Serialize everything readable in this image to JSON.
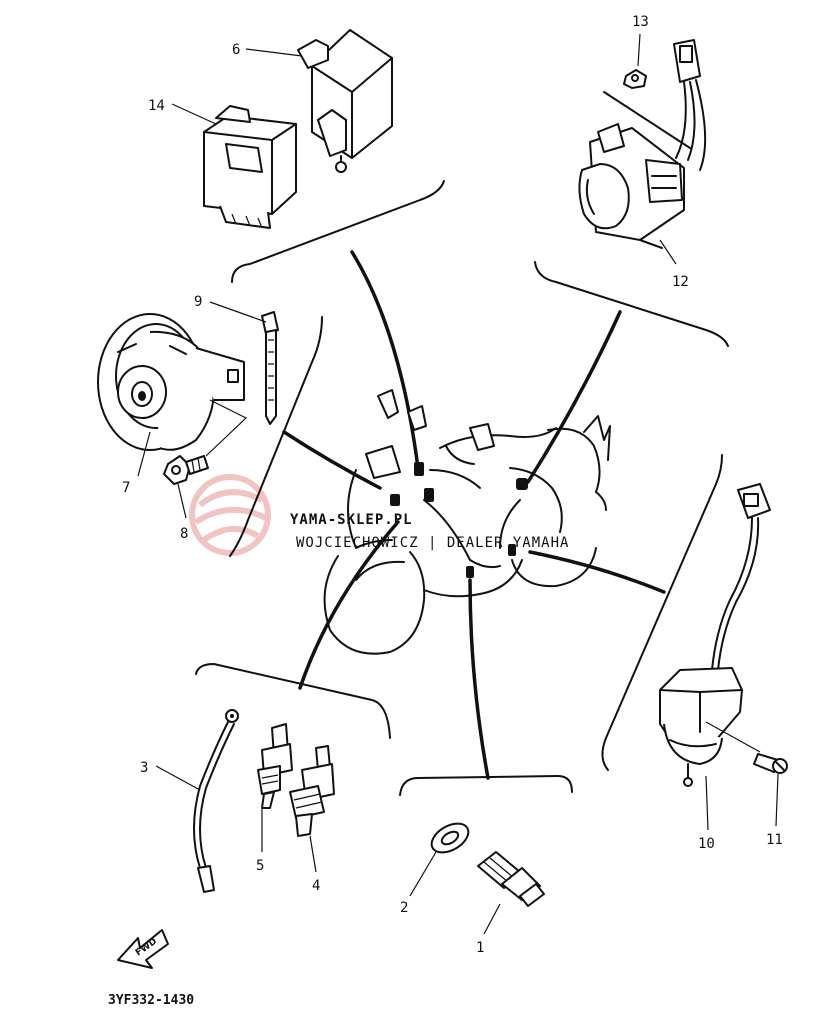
{
  "callouts": {
    "c1": "1",
    "c2": "2",
    "c3": "3",
    "c4": "4",
    "c5": "5",
    "c6": "6",
    "c7": "7",
    "c8": "8",
    "c9": "9",
    "c10": "10",
    "c11": "11",
    "c12": "12",
    "c13": "13",
    "c14": "14"
  },
  "fwd_arrow_label": "FWD",
  "diagram_code": "3YF332-1430",
  "watermark": {
    "brand": "YAMA-SKLEP.PL",
    "tagline": "WOJCIECHOWICZ | DEALER YAMAHA",
    "logo_color": "#e57f7f"
  }
}
